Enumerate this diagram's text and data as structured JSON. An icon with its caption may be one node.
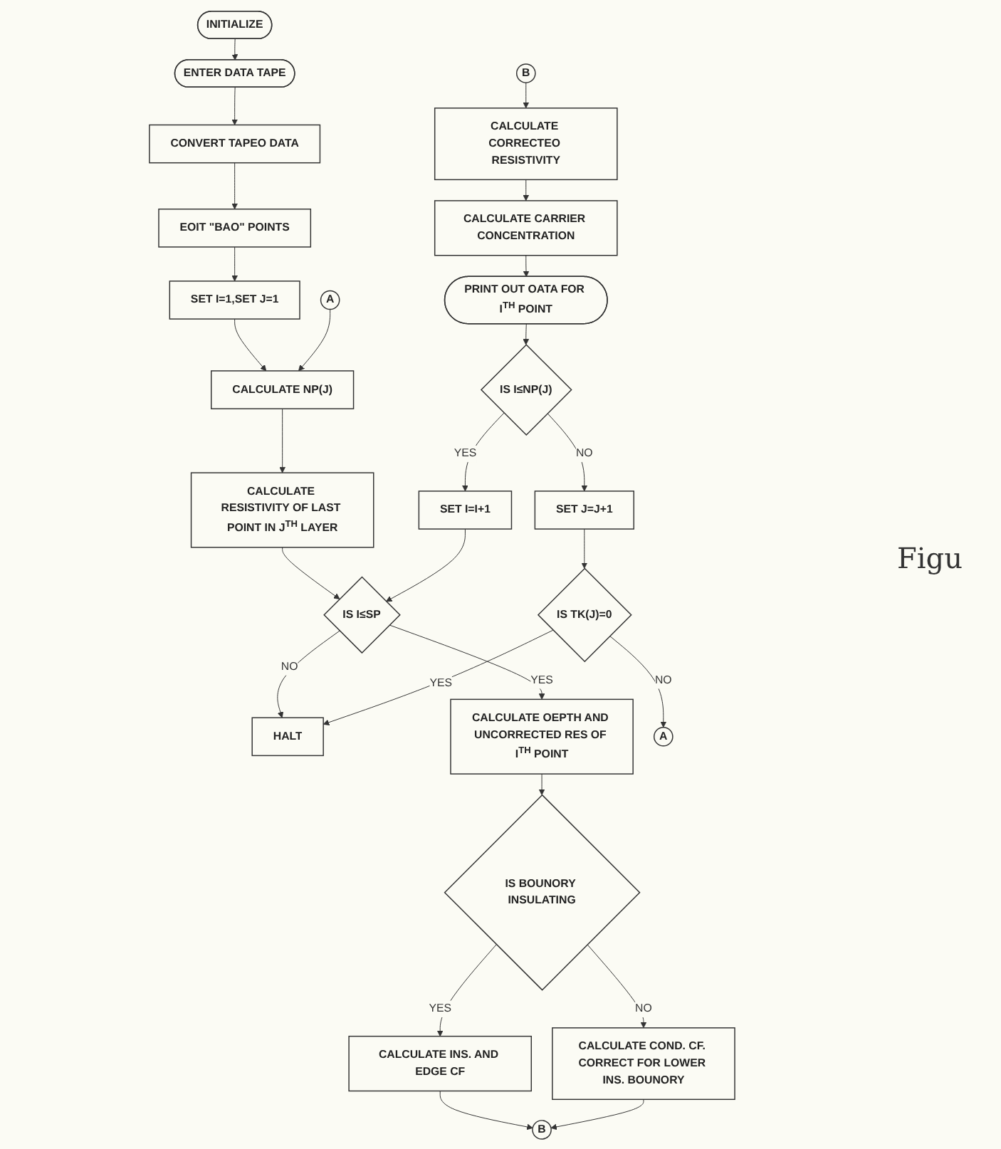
{
  "diagram": {
    "nodes": [
      {
        "text": [
          "INITIALIZE"
        ]
      },
      {
        "text": [
          "ENTER DATA TAPE"
        ]
      },
      {
        "text": [
          "CONVERT TAPEO DATA"
        ]
      },
      {
        "text": [
          "EOIT \"BAO\" POINTS"
        ]
      },
      {
        "text": [
          "SET I=1,SET J=1"
        ]
      },
      {
        "text": [
          "CALCULATE NP(J)"
        ]
      },
      {
        "text": [
          "A"
        ]
      },
      {
        "text": [
          "CALCULATE RESISTIVITY OF LAST POINT IN J$^{TH}$ LAYER"
        ]
      },
      {
        "text": [
          "IS I≤SP"
        ]
      },
      {
        "text": [
          "HALT"
        ]
      },
      {
        "text": [
          "CALCULATE OEPTH AND UNCORRECTED RES OF I$^{TH}$ POINT"
        ]
      },
      {
        "text": [
          "IS BOUNORY INSULATING"
        ]
      },
      {
        "text": [
          "CALCULATE COND. CF. CORRECT FOR LOWER INS. BOUNORY"
        ]
      },
      {
        "text": [
          "CALCULATE INS. AND EDGE CF"
        ]
      },
      {
        "text": [
          "B"
        ]
      },
      {
        "text": [
          "B"
        ]
      },
      {
        "text": [
          "CALCULATE CORRECTEO RESISTIVITY"
        ]
      },
      {
        "text": [
          "CALCULATE CARRIER CONCENTRATION"
        ]
      },
      {
        "text": [
          "PRINT OUT OATA FOR I$^{TH}$ POINT"
        ]
      },
      {
        "text": [
          "IS I≤NP(J)"
        ]
      },
      {
        "text": [
          "SET I=I+1"
        ]
      },
      {
        "text": [
          "SET J=J+1"
        ]
      },
      {
        "text": [
          "IS TK(J)=0"
        ]
      },
      {
        "text": [
          "A"
        ]
      }
    ],
    "edges": [
      {
        "from": 0,
        "to": 1,
        "arrow": "to"
      },
      {
        "from": 1,
        "to": 2,
        "arrow": "to"
      },
      {
        "from": 2,
        "to": 3,
        "arrow": "to"
      },
      {
        "from": 3,
        "to": 4,
        "arrow": "to"
      },
      {
        "from": 4,
        "to": 5,
        "arrow": "to"
      },
      {
        "from": 6,
        "to": 5,
        "arrow": "to"
      },
      {
        "from": 5,
        "to": 7,
        "arrow": "to"
      },
      {
        "from": 7,
        "to": 8,
        "arrow": "to"
      },
      {
        "from": 20,
        "to": 8,
        "arrow": "to"
      },
      {
        "from": 8,
        "to": 9,
        "arrow": "to",
        "label": "NO"
      },
      {
        "from": 8,
        "to": 10,
        "arrow": "to",
        "label": "YES"
      },
      {
        "from": 10,
        "to": 11,
        "arrow": "to"
      },
      {
        "from": 11,
        "to": 12,
        "arrow": "to",
        "label": "NO"
      },
      {
        "from": 11,
        "to": 13,
        "arrow": "to",
        "label": "YES"
      },
      {
        "from": 13,
        "to": 14,
        "arrow": "to"
      },
      {
        "from": 12,
        "to": 14,
        "arrow": "to"
      },
      {
        "from": 15,
        "to": 16,
        "arrow": "to"
      },
      {
        "from": 16,
        "to": 17,
        "arrow": "to"
      },
      {
        "from": 17,
        "to": 18,
        "arrow": "to"
      },
      {
        "from": 18,
        "to": 19,
        "arrow": "to"
      },
      {
        "from": 19,
        "to": 20,
        "arrow": "to",
        "label": "YES"
      },
      {
        "from": 19,
        "to": 21,
        "arrow": "to",
        "label": "NO"
      },
      {
        "from": 21,
        "to": 22,
        "arrow": "to"
      },
      {
        "from": 22,
        "to": 9,
        "arrow": "to",
        "label": "YES"
      },
      {
        "from": 22,
        "to": 23,
        "arrow": "to",
        "label": "NO"
      }
    ],
    "labels": [
      "Figu"
    ]
  }
}
